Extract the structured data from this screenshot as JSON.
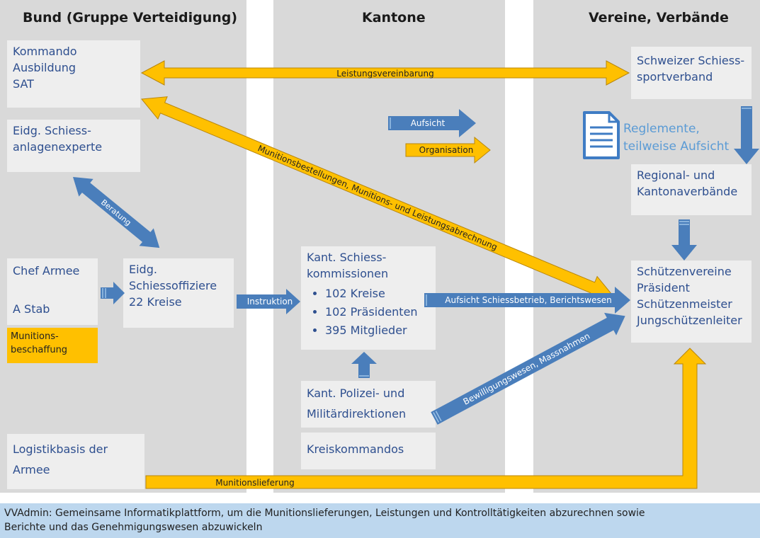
{
  "columns": {
    "bund": "Bund (Gruppe Verteidigung)",
    "kantone": "Kantone",
    "vereine": "Vereine, Verbände"
  },
  "boxes": {
    "kommando": [
      "Kommando",
      "Ausbildung",
      "SAT"
    ],
    "experte": [
      "Eidg. Schiess-",
      "anlagenexperte"
    ],
    "chef_armee": "Chef Armee",
    "a_stab": "A Stab",
    "munitionsbeschaffung": [
      "Munitions-",
      "beschaffung"
    ],
    "schiessoffiziere": [
      "Eidg.",
      "Schiessoffiziere",
      "22 Kreise"
    ],
    "logistik": [
      "Logistikbasis der",
      "Armee"
    ],
    "kommissionen_title": [
      "Kant. Schiess-",
      "kommissionen"
    ],
    "kommissionen_items": [
      "102 Kreise",
      "102 Präsidenten",
      "395 Mitglieder"
    ],
    "polizei": [
      "Kant. Polizei- und",
      "Militärdirektionen"
    ],
    "kreiskommandos": "Kreiskommandos",
    "ssv": [
      "Schweizer Schiess-",
      "sportverband"
    ],
    "reglemente": [
      "Reglemente,",
      "teilweise Aufsicht"
    ],
    "regional": [
      "Regional- und",
      "Kantonaverbände"
    ],
    "schuetzenvereine": [
      "Schützenvereine",
      "Präsident",
      "Schützenmeister",
      "Jungschützenleiter"
    ]
  },
  "arrow_labels": {
    "leistungsvereinbarung": "Leistungsvereinbarung",
    "aufsicht": "Aufsicht",
    "organisation": "Organisation",
    "munitionsbestellungen": "Munitionsbestellungen, Munitions- und Leistungsabrechnung",
    "beratung": "Beratung",
    "instruktion": "Instruktion",
    "aufsicht_schiessbetrieb": "Aufsicht Schiessbetrieb, Berichtswesen",
    "bewilligungswesen": "Bewilligungswesen, Massnahmen",
    "munitionslieferung": "Munitionslieferung"
  },
  "footer": {
    "line1": "VVAdmin: Gemeinsame Informatikplattform, um die Munitionslieferungen, Leistungen und Kontrolltätigkeiten abzurechnen sowie",
    "line2": "Berichte und das Genehmigungswesen abzuwickeln"
  },
  "colors": {
    "gold": "#ffc000",
    "blue": "#4a7ebb",
    "text_blue": "#2e4f8f"
  }
}
